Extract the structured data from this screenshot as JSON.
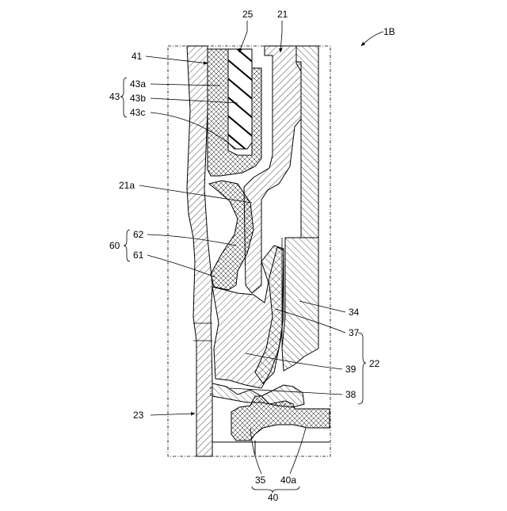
{
  "figure_label": "1B",
  "labels": {
    "l25": "25",
    "l21": "21",
    "l41": "41",
    "l43": "43",
    "l43a": "43a",
    "l43b": "43b",
    "l43c": "43c",
    "l21a": "21a",
    "l60": "60",
    "l62": "62",
    "l61": "61",
    "l34": "34",
    "l37": "37",
    "l22": "22",
    "l39": "39",
    "l38": "38",
    "l23": "23",
    "l35": "35",
    "l40a": "40a",
    "l40": "40"
  }
}
